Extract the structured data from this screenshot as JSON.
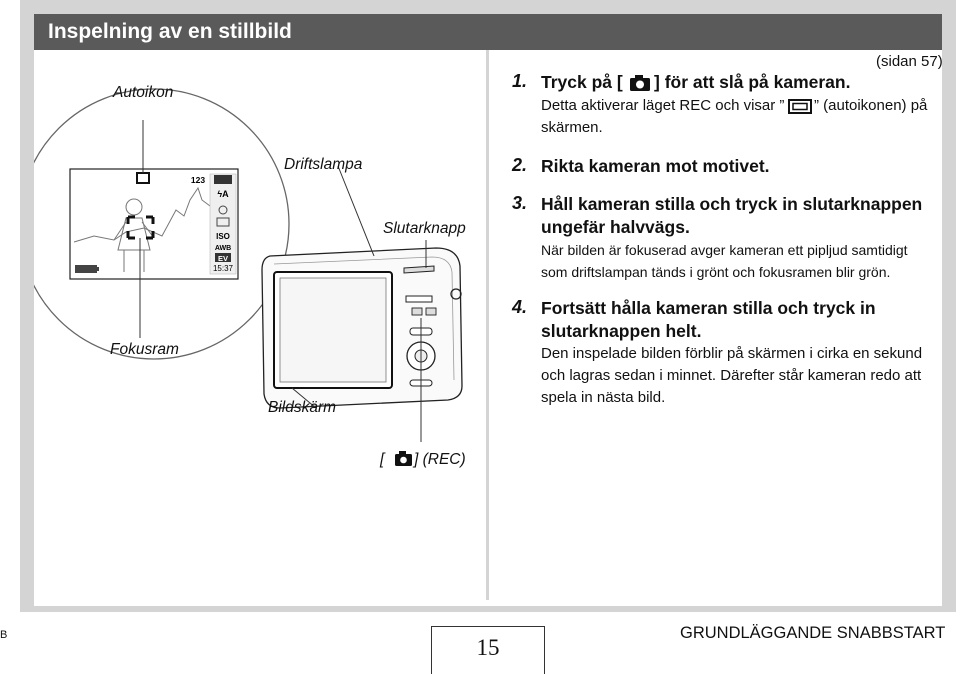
{
  "page": {
    "title": "Inspelning av en stillbild",
    "page_ref": "(sidan 57)",
    "corner_mark": "B",
    "page_number": "15",
    "footer_title": "GRUNDLÄGGANDE SNABBSTART"
  },
  "figure": {
    "labels": {
      "autoikon": "Autoikon",
      "driftslampa": "Driftslampa",
      "slutarknapp": "Slutarknapp",
      "fokusram": "Fokusram",
      "bildskarm": "Bildskärm",
      "rec_before": "[",
      "rec_after": "] (REC)"
    },
    "lcd": {
      "shots": "123",
      "flash": "ϟA",
      "iso": "ISO",
      "awb": "AWB",
      "ev": "EV",
      "time": "15:37"
    }
  },
  "steps": [
    {
      "num": "1.",
      "head_before": "Tryck på [",
      "head_after": "] för att slå på kameran.",
      "body_line1_before": "Detta aktiverar läget REC och visar ”",
      "body_line1_after": "” (autoikonen) på",
      "body_line2": "skärmen."
    },
    {
      "num": "2.",
      "head": "Rikta kameran mot motivet."
    },
    {
      "num": "3.",
      "head_line1": "Håll kameran stilla och tryck in slutarknappen",
      "head_line2": "ungefär halvvägs.",
      "body_line1": "När bilden är fokuserad avger kameran ett pipljud samtidigt",
      "body_line2": "som driftslampan tänds i grönt och fokusramen blir grön."
    },
    {
      "num": "4.",
      "head_line1": "Fortsätt hålla kameran stilla och tryck in",
      "head_line2": "slutarknappen helt.",
      "body_line1": "Den inspelade bilden förblir på skärmen i cirka en sekund",
      "body_line2": "och lagras sedan i minnet. Därefter står kameran redo att",
      "body_line3": "spela in nästa bild."
    }
  ]
}
